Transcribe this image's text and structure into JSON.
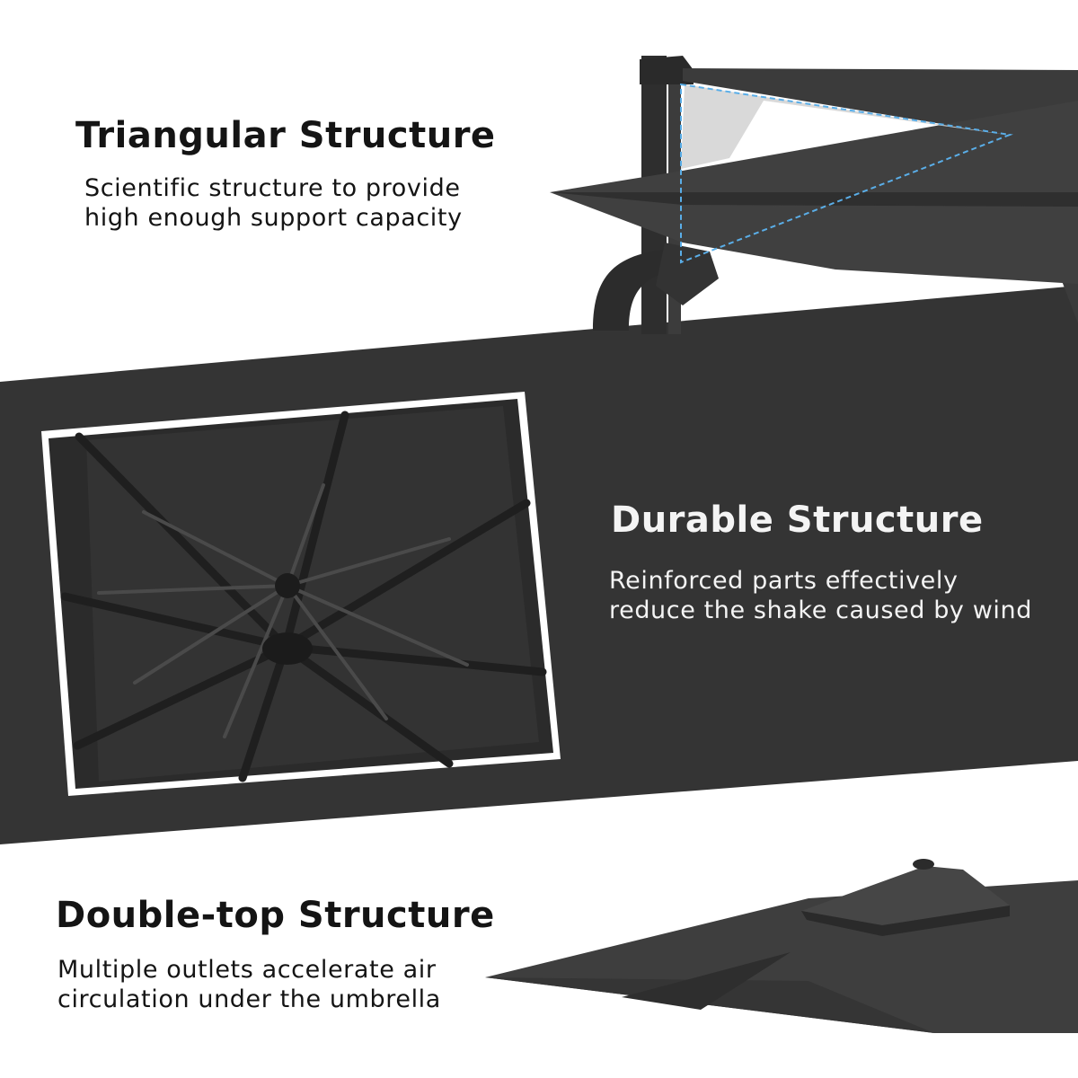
{
  "sections": {
    "triangular": {
      "title": "Triangular Structure",
      "desc_line1": "Scientific structure to provide",
      "desc_line2": "high enough support capacity"
    },
    "durable": {
      "title": "Durable Structure",
      "desc_line1": "Reinforced parts effectively",
      "desc_line2": "reduce the shake caused by wind"
    },
    "double_top": {
      "title": "Double-top Structure",
      "desc_line1": "Multiple outlets accelerate air",
      "desc_line2": "circulation under the umbrella"
    }
  },
  "colors": {
    "band": "#343434",
    "canopy": "#3a3a3a",
    "frame": "#2b2b2b",
    "accent_dashed": "#5aaee8",
    "text_dark": "#141414",
    "text_light": "#f4f4f4"
  }
}
